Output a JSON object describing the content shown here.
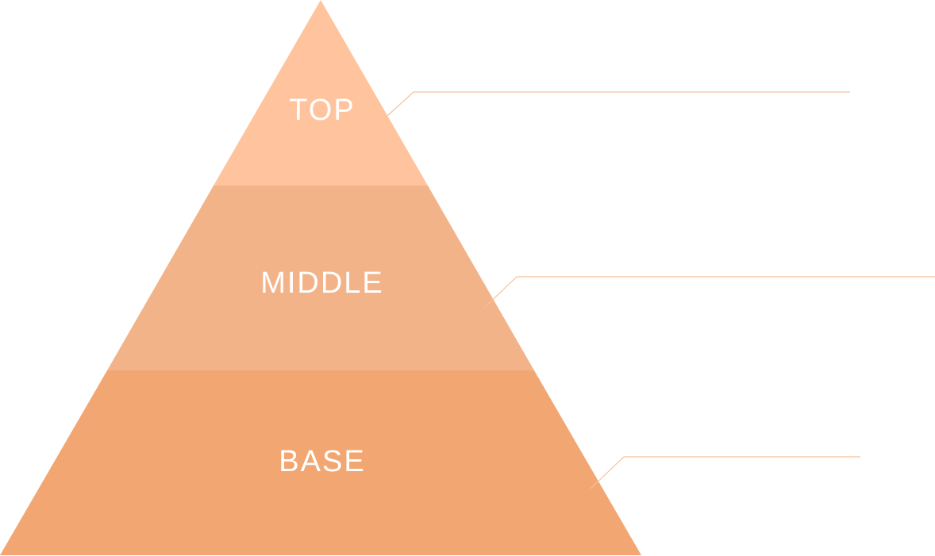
{
  "diagram": {
    "tiers": [
      {
        "label": "TOP",
        "color": "#FFC49D"
      },
      {
        "label": "MIDDLE",
        "color": "#F3B389"
      },
      {
        "label": "BASE",
        "color": "#F2A773"
      }
    ],
    "leader_line_color": "#F6C29C"
  }
}
